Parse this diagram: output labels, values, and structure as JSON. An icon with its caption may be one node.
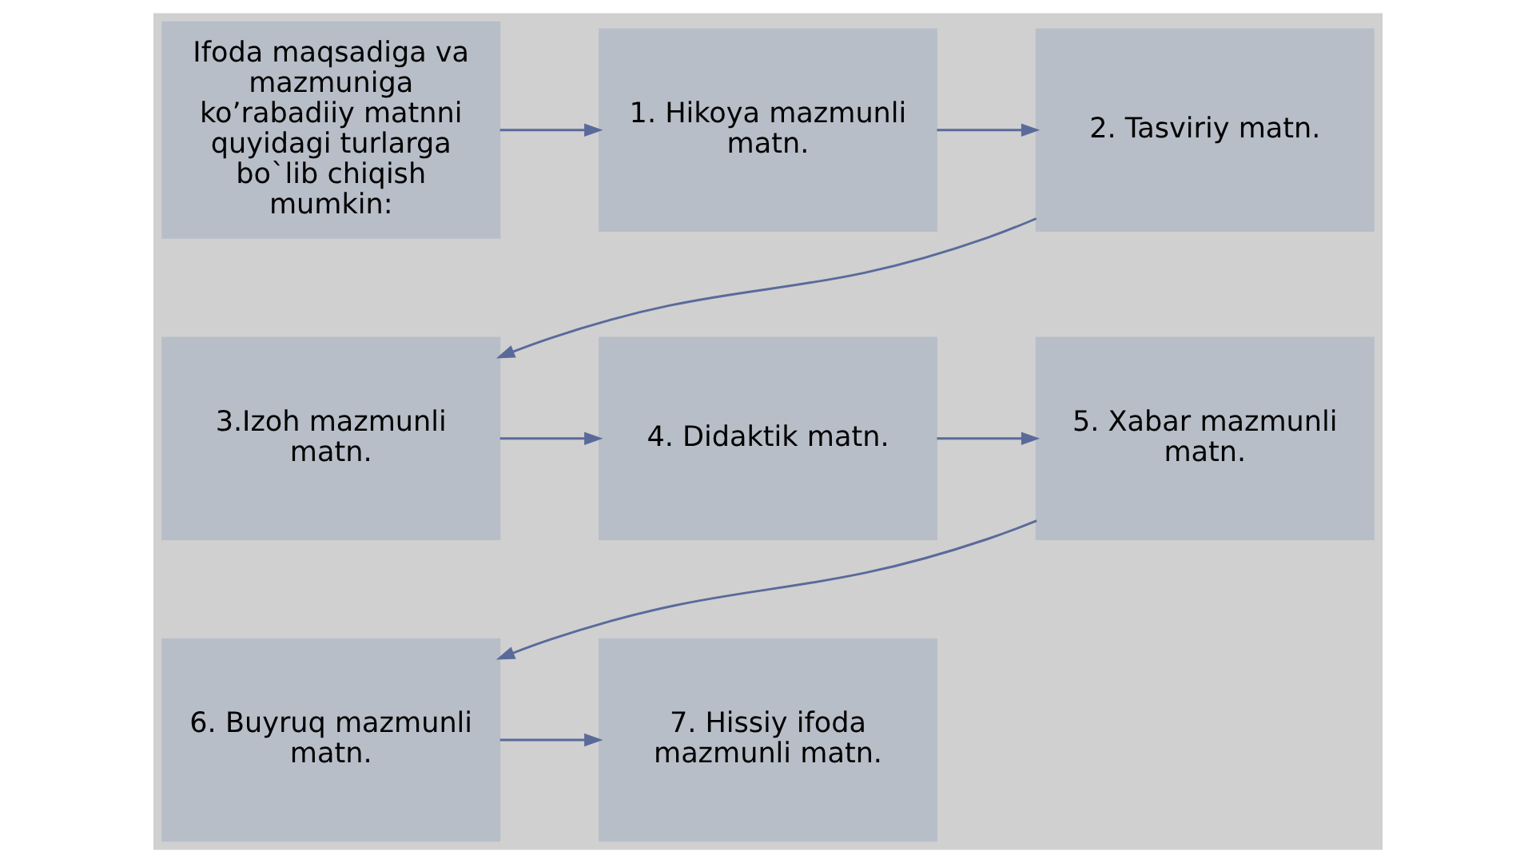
{
  "diagram": {
    "nodes": [
      {
        "text": [
          "Ifoda maqsadiga va mazmuniga ko’rabadiiy matnni quyidagi turlarga bo`lib chiqish mumkin:"
        ]
      },
      {
        "text": [
          "1. Hikoya mazmunli matn."
        ]
      },
      {
        "text": [
          "2. Tasviriy matn."
        ]
      },
      {
        "text": [
          "3.Izoh mazmunli matn."
        ]
      },
      {
        "text": [
          "4. Didaktik matn."
        ]
      },
      {
        "text": [
          "5. Xabar mazmunli matn."
        ]
      },
      {
        "text": [
          "6. Buyruq mazmunli matn."
        ]
      },
      {
        "text": [
          "7. Hissiy ifoda mazmunli matn."
        ]
      }
    ],
    "edges": [
      {
        "from": 0,
        "to": 1,
        "arrow": "to"
      },
      {
        "from": 1,
        "to": 2,
        "arrow": "to"
      },
      {
        "from": 2,
        "to": 3,
        "arrow": "to"
      },
      {
        "from": 3,
        "to": 4,
        "arrow": "to"
      },
      {
        "from": 4,
        "to": 5,
        "arrow": "to"
      },
      {
        "from": 5,
        "to": 6,
        "arrow": "to"
      },
      {
        "from": 6,
        "to": 7,
        "arrow": "to"
      }
    ]
  }
}
